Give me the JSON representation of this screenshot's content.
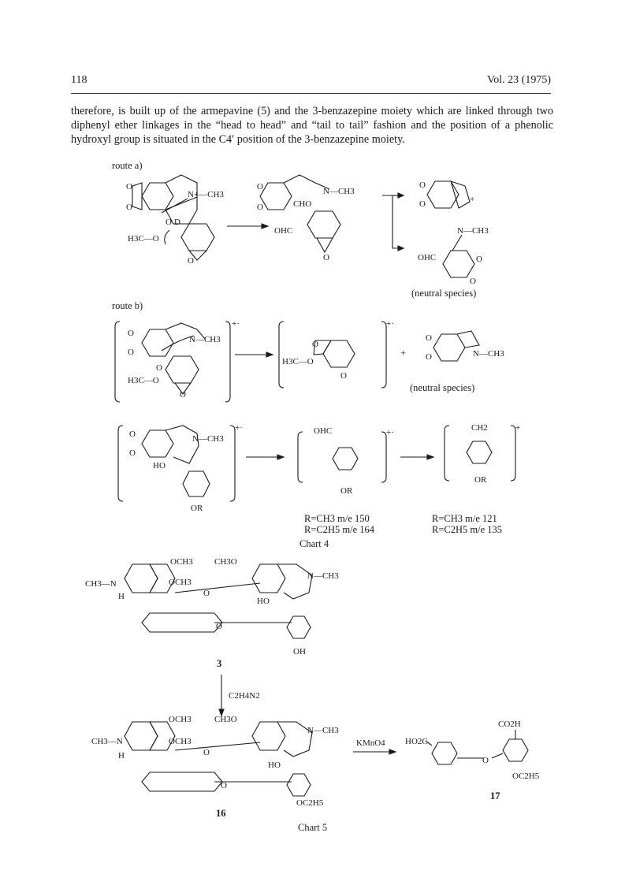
{
  "header": {
    "page_number": "118",
    "journal": "Vol. 23 (1975)"
  },
  "body": {
    "paragraph": "therefore, is built up of the armepavine (5) and the 3-benzazepine moiety which are linked through two diphenyl ether linkages in the “head to head” and “tail to tail” fashion and the position of a phenolic hydroxyl group is situated in the C4′ position of the 3-benzazepine moiety."
  },
  "chart4": {
    "route_a": "route a)",
    "route_b": "route b)",
    "neutral_species_a": "(neutral species)",
    "neutral_species_b": "(neutral species)",
    "ion_150": "R=CH3  m/e 150",
    "ion_164": "R=C2H5  m/e 164",
    "ion_121": "R=CH3  m/e 121",
    "ion_135": "R=C2H5  m/e 135",
    "caption": "Chart 4",
    "labels": {
      "n_ch3": "N—CH3",
      "n_plus_ch3": "N+—CH3",
      "h3c_o": "H3C—O",
      "cho": "CHO",
      "ohc": "OHC",
      "o": "O",
      "d": "D",
      "or": "OR",
      "ho": "HO",
      "ch2": "CH2",
      "radical_cation": "+·"
    }
  },
  "chart5": {
    "compound3": "3",
    "compound16": "16",
    "compound17": "17",
    "reagent1": "C2H4N2",
    "reagent2": "KMnO4",
    "caption": "Chart 5",
    "labels": {
      "och3": "OCH3",
      "ch3o": "CH3O",
      "ch3_n": "CH3—N",
      "n_ch3": "N—CH3",
      "h": "H",
      "o": "O",
      "oh": "OH",
      "ho": "HO",
      "oc2h5": "OC2H5",
      "co2h": "CO2H",
      "ho2c": "HO2C"
    }
  }
}
